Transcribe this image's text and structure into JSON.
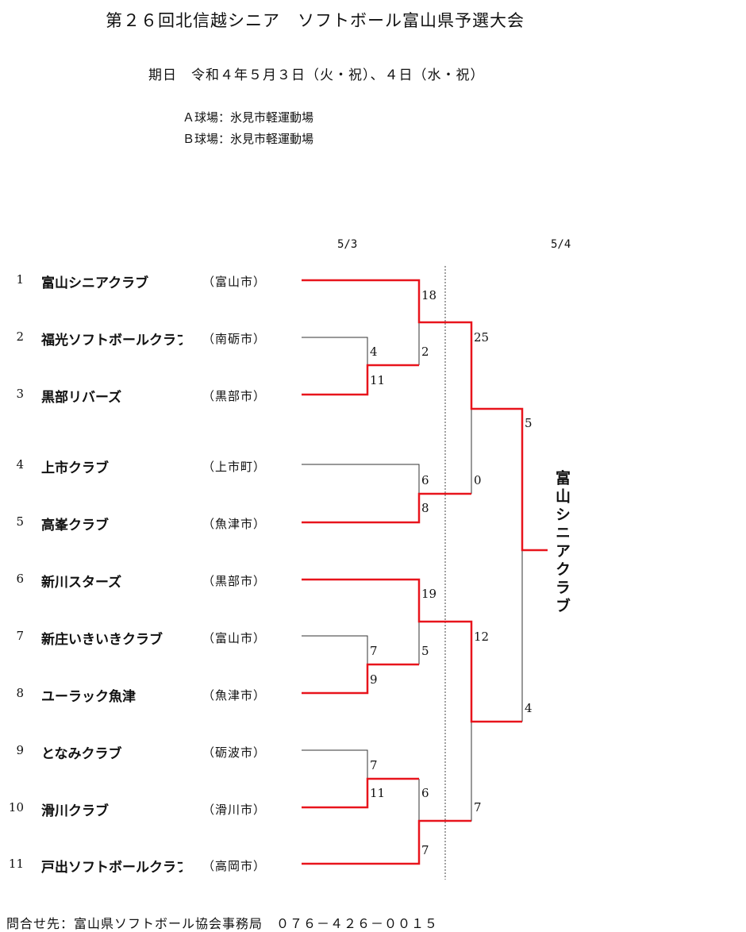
{
  "header": {
    "title": "第２６回北信越シニア　ソフトボール富山県予選大会",
    "dates": "期日　令和４年５月３日（火・祝）、４日（水・祝）",
    "venue_a": "Ａ球場：氷見市軽運動場",
    "venue_b": "Ｂ球場：氷見市軽運動場"
  },
  "bracket": {
    "day1": "5/3",
    "day2": "5/4",
    "teams": [
      {
        "seed": "1",
        "name": "富山シニアクラブ",
        "city": "（富山市）"
      },
      {
        "seed": "2",
        "name": "福光ソフトボールクラブ",
        "city": "（南砺市）"
      },
      {
        "seed": "3",
        "name": "黒部リバーズ",
        "city": "（黒部市）"
      },
      {
        "seed": "4",
        "name": "上市クラブ",
        "city": "（上市町）"
      },
      {
        "seed": "5",
        "name": "高峯クラブ",
        "city": "（魚津市）"
      },
      {
        "seed": "6",
        "name": "新川スターズ",
        "city": "（黒部市）"
      },
      {
        "seed": "7",
        "name": "新庄いきいきクラブ",
        "city": "（富山市）"
      },
      {
        "seed": "8",
        "name": "ユーラック魚津",
        "city": "（魚津市）"
      },
      {
        "seed": "9",
        "name": "となみクラブ",
        "city": "（砺波市）"
      },
      {
        "seed": "10",
        "name": "滑川クラブ",
        "city": "（滑川市）"
      },
      {
        "seed": "11",
        "name": "戸出ソフトボールクラブ",
        "city": "（高岡市）"
      }
    ],
    "scores": {
      "m1_t2": "4",
      "m1_t3": "11",
      "m2_t7": "7",
      "m2_t8": "9",
      "m3_t9": "7",
      "m3_t10": "11",
      "q1_t1": "18",
      "q1_w23": "2",
      "q2_t4": "6",
      "q2_t5": "8",
      "q3_t6": "19",
      "q3_w78": "5",
      "q4_w910": "6",
      "q4_t11": "7",
      "s1_top": "25",
      "s1_bot": "0",
      "s2_top": "12",
      "s2_bot": "7",
      "f_top": "5",
      "f_bot": "4"
    },
    "champion": "富山シニアクラブ",
    "line_colors": {
      "winner": "#e8141c",
      "loser": "#333333"
    }
  },
  "footer": {
    "contact": "問合せ先：富山県ソフトボール協会事務局　０７６－４２６－００１５"
  }
}
